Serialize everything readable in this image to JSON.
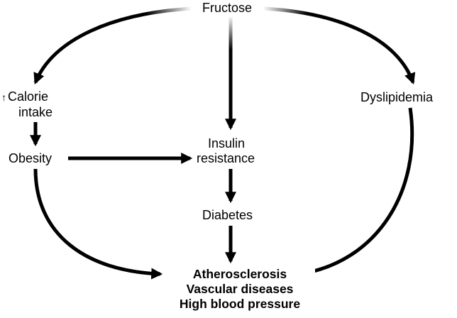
{
  "diagram": {
    "nodes": {
      "fructose": "Fructose",
      "calorie_arrow": "↑",
      "calorie_line1": "Calorie",
      "calorie_line2": "intake",
      "dyslipidemia": "Dyslipidemia",
      "insulin_line1": "Insulin",
      "insulin_line2": "resistance",
      "obesity": "Obesity",
      "diabetes": "Diabetes",
      "outcome_1": "Atherosclerosis",
      "outcome_2": "Vascular diseases",
      "outcome_3": "High blood pressure"
    },
    "edges": [
      {
        "from": "fructose",
        "to": "calorie_intake"
      },
      {
        "from": "fructose",
        "to": "insulin_resistance"
      },
      {
        "from": "fructose",
        "to": "dyslipidemia"
      },
      {
        "from": "calorie_intake",
        "to": "obesity"
      },
      {
        "from": "obesity",
        "to": "insulin_resistance"
      },
      {
        "from": "insulin_resistance",
        "to": "diabetes"
      },
      {
        "from": "obesity",
        "to": "outcomes"
      },
      {
        "from": "diabetes",
        "to": "outcomes"
      },
      {
        "from": "dyslipidemia",
        "to": "outcomes"
      }
    ],
    "colors": {
      "ink": "#000000",
      "background": "#ffffff"
    }
  }
}
